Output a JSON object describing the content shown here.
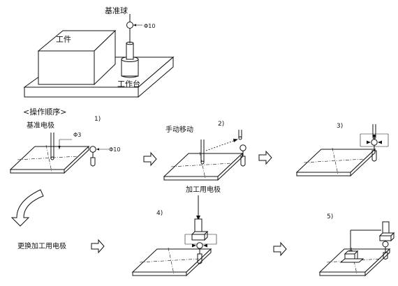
{
  "labels": {
    "reference_sphere": "基准球",
    "sphere_dia": "Φ10",
    "workpiece": "工件",
    "worktable": "工作台",
    "sequence_title": "<操作顺序>",
    "reference_electrode": "基准电极",
    "electrode_dia": "Φ3",
    "sphere_dia_small": "Φ10",
    "manual_move": "手动移动",
    "machining_electrode": "加工用电极",
    "change_electrode": "更换加工用电极"
  },
  "steps": [
    "1)",
    "2)",
    "3)",
    "4)",
    "5)"
  ]
}
